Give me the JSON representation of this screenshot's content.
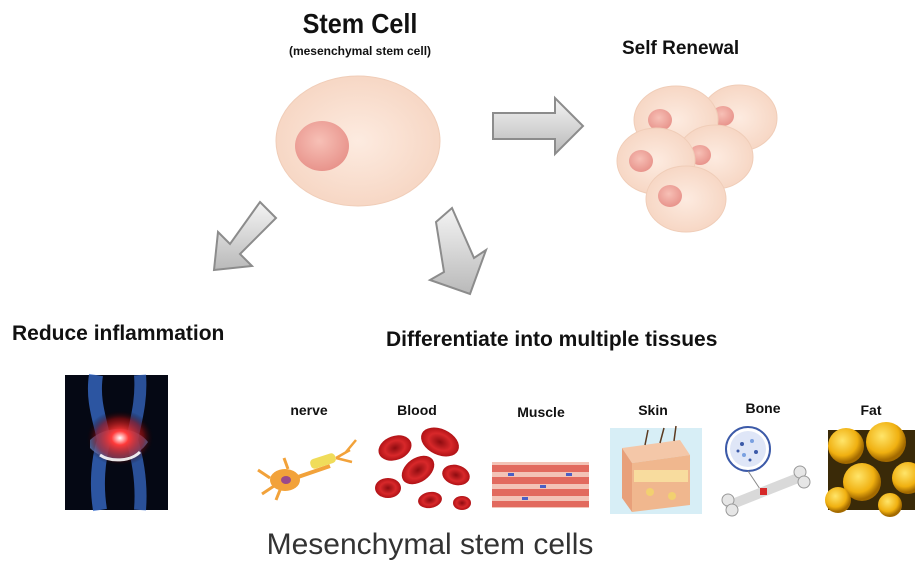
{
  "stem_cell": {
    "title": "Stem Cell",
    "subtitle": "(mesenchymal stem cell)"
  },
  "self_renewal": {
    "label": "Self Renewal"
  },
  "reduce_inflammation": {
    "label": "Reduce inflammation"
  },
  "differentiate": {
    "label": "Differentiate into multiple tissues"
  },
  "tissues": {
    "nerve": "nerve",
    "blood": "Blood",
    "muscle": "Muscle",
    "skin": "Skin",
    "bone": "Bone",
    "fat": "Fat"
  },
  "caption": "Mesenchymal stem cells",
  "colors": {
    "cell_body": "#fbe0cf",
    "cell_nucleus": "#f1a69f",
    "arrow": "#dcdcdc",
    "blood": "#c0161a",
    "fat": "#f2b617"
  }
}
